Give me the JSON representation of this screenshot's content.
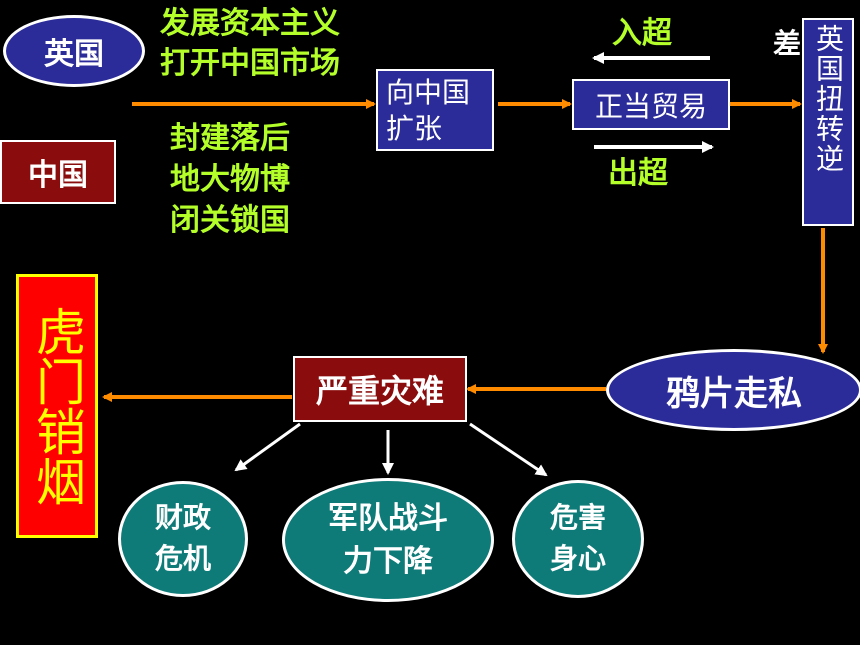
{
  "nodes": {
    "britain": "英国",
    "china": "中国",
    "expand": "向中国\n扩张",
    "normal_trade": "正当贸易",
    "reverse": "英国扭转逆",
    "deficit": "差",
    "opium": "鸦片走私",
    "disaster": "严重灾难",
    "humen": "虎门销烟",
    "finance": "财政\n危机",
    "army": "军队战斗\n力下降",
    "health": "危害\n身心"
  },
  "labels": {
    "britain_motive": "发展资本主义\n打开中国市场",
    "china_state": "封建落后\n地大物博\n闭关锁国",
    "import": "入超",
    "export": "出超"
  },
  "colors": {
    "background": "#000000",
    "node_blue": "#2b2b9a",
    "node_red": "#8b0c0c",
    "node_teal": "#0e7b78",
    "humen_fill": "#ff0000",
    "humen_text": "#ffff00",
    "label_green": "#b4ff2a",
    "arrow_orange": "#ff8c00"
  }
}
